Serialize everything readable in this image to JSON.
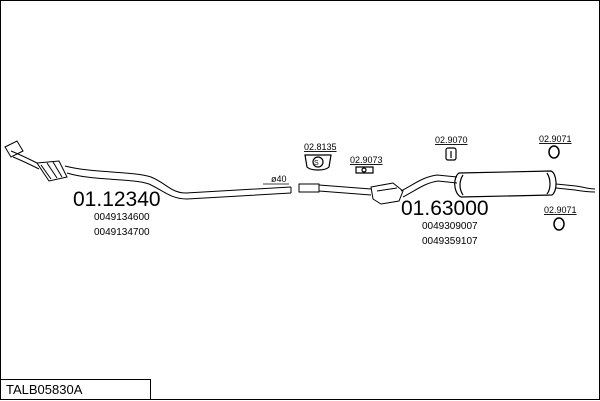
{
  "assembly_code": "TALB05830A",
  "sections": [
    {
      "part_number": "01.12340",
      "oem_numbers": [
        "0049134600",
        "0049134700"
      ]
    },
    {
      "part_number": "01.63000",
      "oem_numbers": [
        "0049309007",
        "0049359107"
      ]
    }
  ],
  "accessories": {
    "hanger_1": "02.8135",
    "clamp": "02.9073",
    "rubber_mount": "02.9070",
    "ring_top": "02.9071",
    "ring_bottom": "02.9071"
  },
  "pipe_diameter": "ø40"
}
